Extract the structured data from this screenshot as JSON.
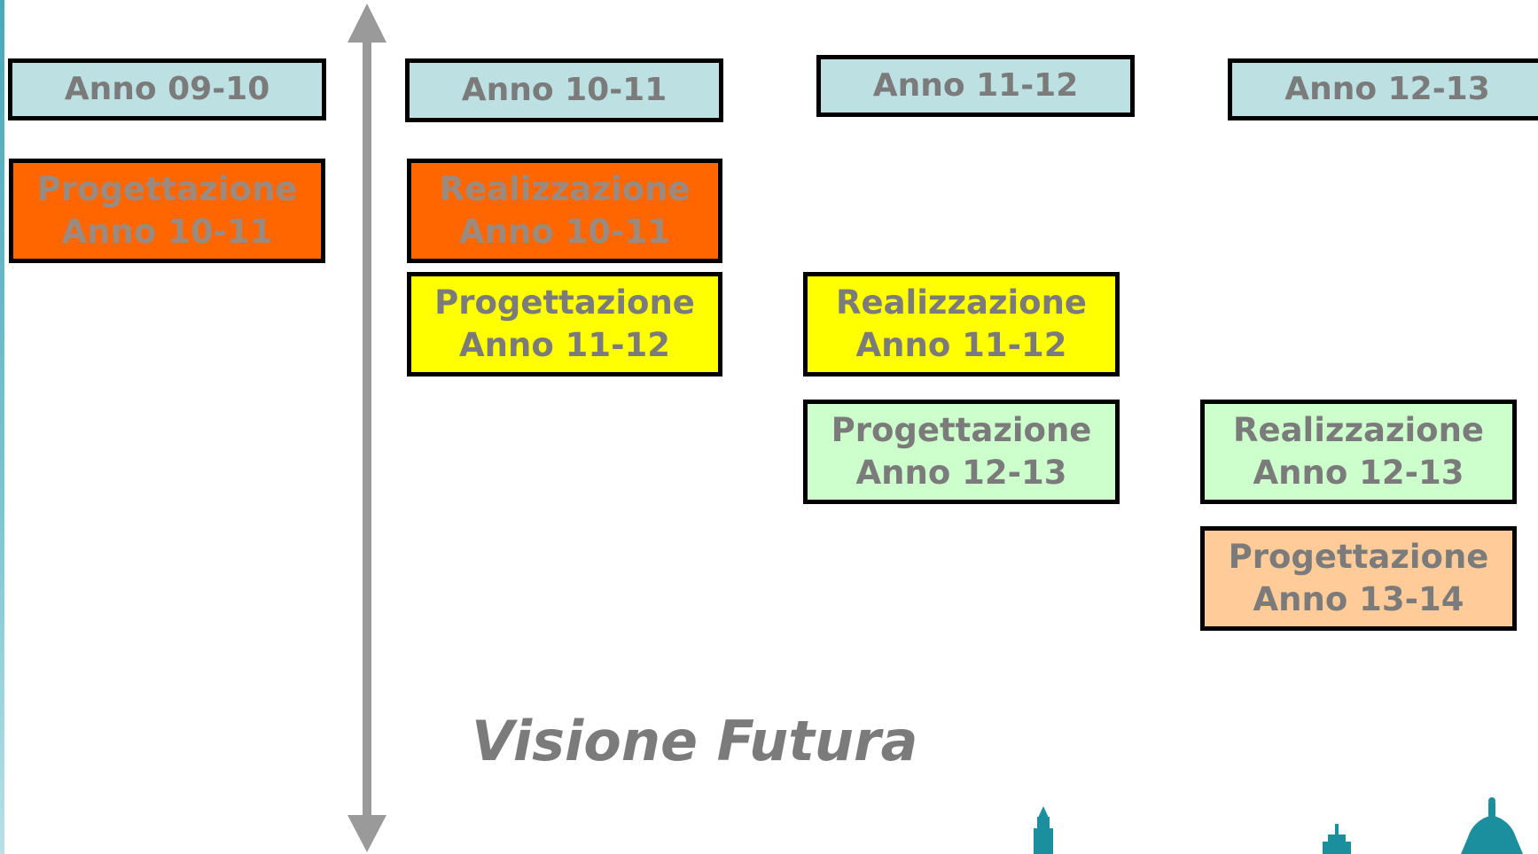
{
  "headers": [
    {
      "label": "Anno 09-10"
    },
    {
      "label": "Anno 10-11"
    },
    {
      "label": "Anno 11-12"
    },
    {
      "label": "Anno 12-13"
    }
  ],
  "tasks": [
    {
      "line1": "Progettazione",
      "line2": "Anno 10-11",
      "color": "#ff6600"
    },
    {
      "line1": "Realizzazione",
      "line2": "Anno 10-11",
      "color": "#ff6600"
    },
    {
      "line1": "Progettazione",
      "line2": "Anno 11-12",
      "color": "#ffff00"
    },
    {
      "line1": "Realizzazione",
      "line2": "Anno 11-12",
      "color": "#ffff00"
    },
    {
      "line1": "Progettazione",
      "line2": "Anno 12-13",
      "color": "#ccffcc"
    },
    {
      "line1": "Realizzazione",
      "line2": "Anno 12-13",
      "color": "#ccffcc"
    },
    {
      "line1": "Progettazione",
      "line2": "Anno 13-14",
      "color": "#ffcc99"
    }
  ],
  "footer_title": "Visione Futura",
  "colors": {
    "header_fill": "#bde0e2",
    "text": "#7b7b7b",
    "arrow": "#9a9a9a",
    "skyline": "#1b8f9e"
  }
}
